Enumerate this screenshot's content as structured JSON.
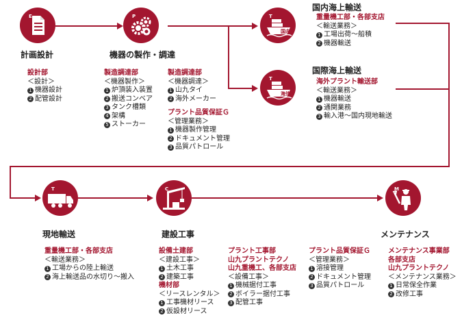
{
  "colors": {
    "accent": "#a3162f"
  },
  "stages": {
    "design": {
      "letter": "E",
      "icon": "document-icon",
      "title": "計画設計"
    },
    "manufacture": {
      "letter": "P",
      "icon": "gears-icon",
      "title": "機器の製作・調達"
    },
    "dom": {
      "letter": "T",
      "icon": "ship-icon",
      "badge": "国内",
      "title": "国内海上輸送"
    },
    "intl": {
      "letter": "T",
      "icon": "ship-icon",
      "badge": "海外",
      "title": "国際海上輸送"
    },
    "land": {
      "letter": "T",
      "icon": "truck-icon",
      "title": "現地輸送"
    },
    "construction": {
      "letter": "C",
      "icon": "crane-icon",
      "title": "建設工事"
    },
    "maintenance": {
      "letter": "M",
      "icon": "worker-icon",
      "title": "メンテナンス"
    }
  },
  "design": {
    "dept": "設計部",
    "task": "＜設計＞",
    "items": [
      {
        "n": "1",
        "t": "機器設計"
      },
      {
        "n": "2",
        "t": "配管設計"
      }
    ]
  },
  "mfg_a": {
    "dept": "製造調達部",
    "task": "＜機器製作＞",
    "items": [
      {
        "n": "1",
        "t": "炉頂装入装置"
      },
      {
        "n": "2",
        "t": "搬送コンベア"
      },
      {
        "n": "3",
        "t": "タンク槽類"
      },
      {
        "n": "4",
        "t": "架構"
      },
      {
        "n": "5",
        "t": "ストーカー"
      }
    ]
  },
  "mfg_b": {
    "dept": "製造調達部",
    "task": "＜機器調達＞",
    "items": [
      {
        "n": "1",
        "t": "山九タイ"
      },
      {
        "n": "2",
        "t": "海外メーカー"
      }
    ]
  },
  "mfg_c": {
    "dept": "プラント品質保証Ｇ",
    "task": "＜管理業務＞",
    "items": [
      {
        "n": "1",
        "t": "機器製作管理"
      },
      {
        "n": "2",
        "t": "ドキュメント管理"
      },
      {
        "n": "3",
        "t": "品質パトロール"
      }
    ]
  },
  "dom": {
    "dept": "重量機工部・各部支店",
    "task": "＜輸送業務＞",
    "items": [
      {
        "n": "1",
        "t": "工場出荷～船積"
      },
      {
        "n": "2",
        "t": "機器輸送"
      }
    ]
  },
  "intl": {
    "dept": "海外プラント輸送部",
    "task": "＜輸送業務＞",
    "items": [
      {
        "n": "1",
        "t": "機器輸送"
      },
      {
        "n": "2",
        "t": "通関業務"
      },
      {
        "n": "3",
        "t": "輸入港～国内現地輸送"
      }
    ]
  },
  "land": {
    "dept": "重量機工部・各部支店",
    "task": "＜輸送業務＞",
    "items": [
      {
        "n": "1",
        "t": "工場からの陸上輸送"
      },
      {
        "n": "2",
        "t": "海上輸送品の水切り～搬入"
      }
    ]
  },
  "con_a": {
    "dept": "設備土建部",
    "task": "＜建設工事＞",
    "items": [
      {
        "n": "1",
        "t": "土木工事"
      },
      {
        "n": "2",
        "t": "建築工事"
      }
    ],
    "dept2": "機材部",
    "task2": "＜リースレンタル＞",
    "items2": [
      {
        "n": "1",
        "t": "工事機材リース"
      },
      {
        "n": "2",
        "t": "仮設材リース"
      }
    ]
  },
  "con_b": {
    "dept": [
      "プラント工事部",
      "山九プラントテクノ",
      "山九重機工、各部支店"
    ],
    "task": "＜設備工事＞",
    "items": [
      {
        "n": "1",
        "t": "機械据付工事"
      },
      {
        "n": "2",
        "t": "ボイラー据付工事"
      },
      {
        "n": "3",
        "t": "配管工事"
      }
    ]
  },
  "con_c": {
    "dept": "プラント品質保証Ｇ",
    "task": "＜管理業務＞",
    "items": [
      {
        "n": "1",
        "t": "溶接管理"
      },
      {
        "n": "2",
        "t": "ドキュメント管理"
      },
      {
        "n": "3",
        "t": "品質パトロール"
      }
    ]
  },
  "maint": {
    "dept": [
      "メンテナンス事業部",
      "各部支店",
      "山九プラントテクノ"
    ],
    "task": "＜メンテナンス業務＞",
    "items": [
      {
        "n": "1",
        "t": "日常保全作業"
      },
      {
        "n": "2",
        "t": "改修工事"
      }
    ]
  }
}
